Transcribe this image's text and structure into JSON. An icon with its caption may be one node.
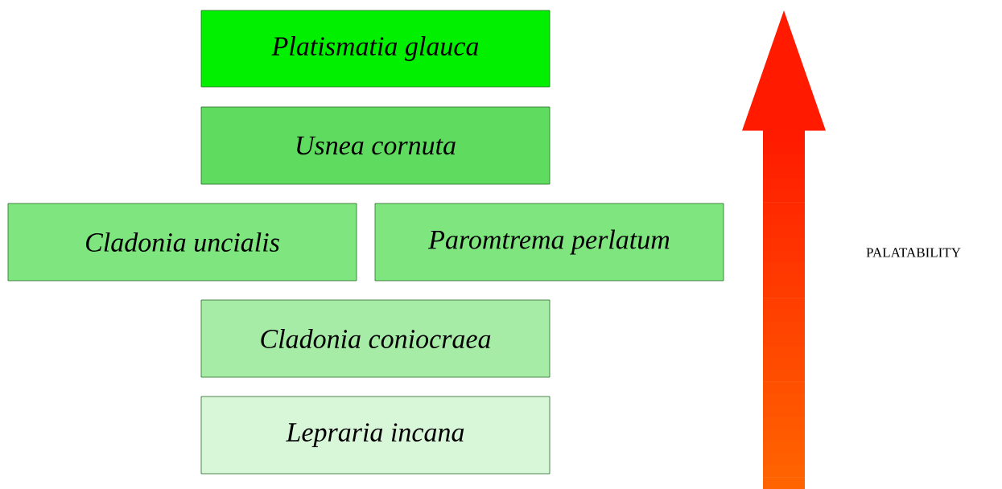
{
  "diagram": {
    "nodes": [
      {
        "text": [
          "Platismatia glauca"
        ]
      },
      {
        "text": [
          "Usnea cornuta"
        ]
      },
      {
        "text": [
          "Cladonia uncialis"
        ]
      },
      {
        "text": [
          "Paromtrema perlatum"
        ]
      },
      {
        "text": [
          "Cladonia coniocraea"
        ]
      },
      {
        "text": [
          "Lepraria incana"
        ]
      }
    ],
    "edges": [],
    "labels": [
      "PALATABILITY"
    ]
  }
}
